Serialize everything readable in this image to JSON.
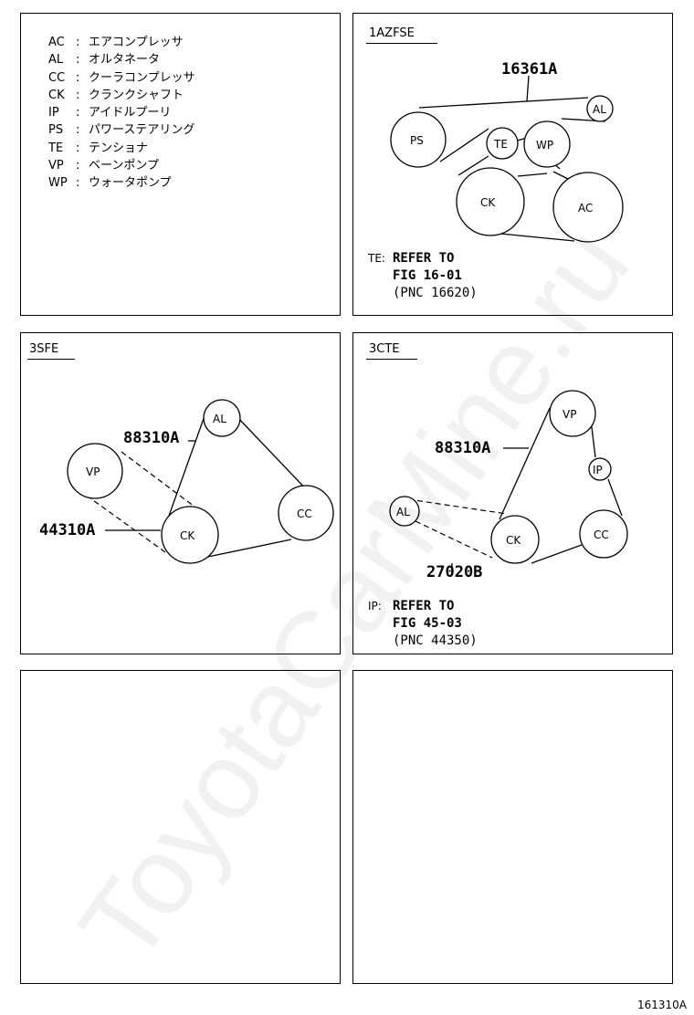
{
  "legend": [
    {
      "abbr": "AC",
      "name": "エアコンプレッサ"
    },
    {
      "abbr": "AL",
      "name": "オルタネータ"
    },
    {
      "abbr": "CC",
      "name": "クーラコンプレッサ"
    },
    {
      "abbr": "CK",
      "name": "クランクシャフト"
    },
    {
      "abbr": "IP",
      "name": "アイドルプーリ"
    },
    {
      "abbr": "PS",
      "name": "パワーステアリング"
    },
    {
      "abbr": "TE",
      "name": "テンショナ"
    },
    {
      "abbr": "VP",
      "name": "ベーンポンプ"
    },
    {
      "abbr": "WP",
      "name": "ウォータポンプ"
    }
  ],
  "legend_separator": ":",
  "panels": {
    "p1": {
      "tag": "1AZFSE",
      "part": "16361A",
      "pulleys": {
        "ps": "PS",
        "te": "TE",
        "wp": "WP",
        "al": "AL",
        "ck": "CK",
        "ac": "AC"
      },
      "note": {
        "key": "TE:",
        "line1": "REFER TO",
        "line2": "FIG 16-01",
        "line3": "(PNC 16620)"
      }
    },
    "p2": {
      "tag": "3SFE",
      "part_a": "88310A",
      "part_b": "44310A",
      "pulleys": {
        "al": "AL",
        "vp": "VP",
        "ck": "CK",
        "cc": "CC"
      }
    },
    "p3": {
      "tag": "3CTE",
      "part_a": "88310A",
      "part_b": "27020B",
      "pulleys": {
        "vp": "VP",
        "ip": "IP",
        "al": "AL",
        "ck": "CK",
        "cc": "CC"
      },
      "note": {
        "key": "IP:",
        "line1": "REFER TO",
        "line2": "FIG 45-03",
        "line3": "(PNC 44350)"
      }
    }
  },
  "watermark": "ToyotaCarMine.ru",
  "page_code": "161310A"
}
